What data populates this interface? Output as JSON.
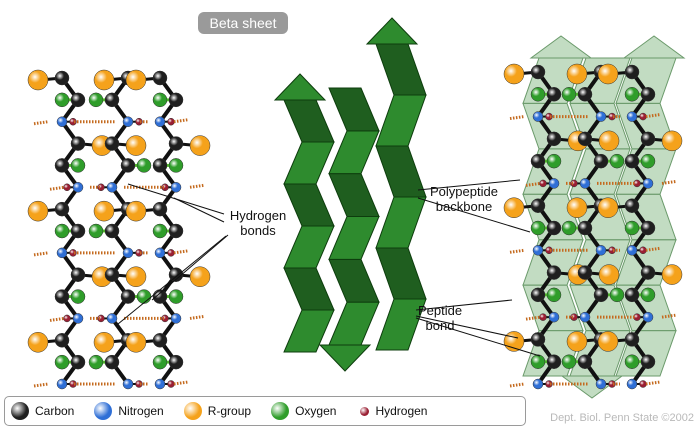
{
  "title": "Beta sheet",
  "labels": {
    "hydrogen_bonds": "Hydrogen bonds",
    "polypeptide_backbone": "Polypeptide backbone",
    "peptide_bond": "Peptide bond"
  },
  "legend": [
    {
      "label": "Carbon",
      "color": "#1f1f1f",
      "icon": "carbon-icon"
    },
    {
      "label": "Nitrogen",
      "color": "#2f6fd6",
      "icon": "nitrogen-icon"
    },
    {
      "label": "R-group",
      "color": "#f5a21b",
      "icon": "r-group-icon"
    },
    {
      "label": "Oxygen",
      "color": "#2f9d2a",
      "icon": "oxygen-icon"
    },
    {
      "label": "Hydrogen",
      "color": "#9a1f33",
      "icon": "hydrogen-icon"
    }
  ],
  "credit": "Dept. Biol. Penn State ©2002",
  "colors": {
    "strand_green": "#2e8b2e",
    "strand_dark": "#1f5e1f",
    "strand_light": "#8fbf8f",
    "bond": "#111111",
    "peptide_bond": "#52c22b",
    "hbond": "#c46a1e"
  }
}
